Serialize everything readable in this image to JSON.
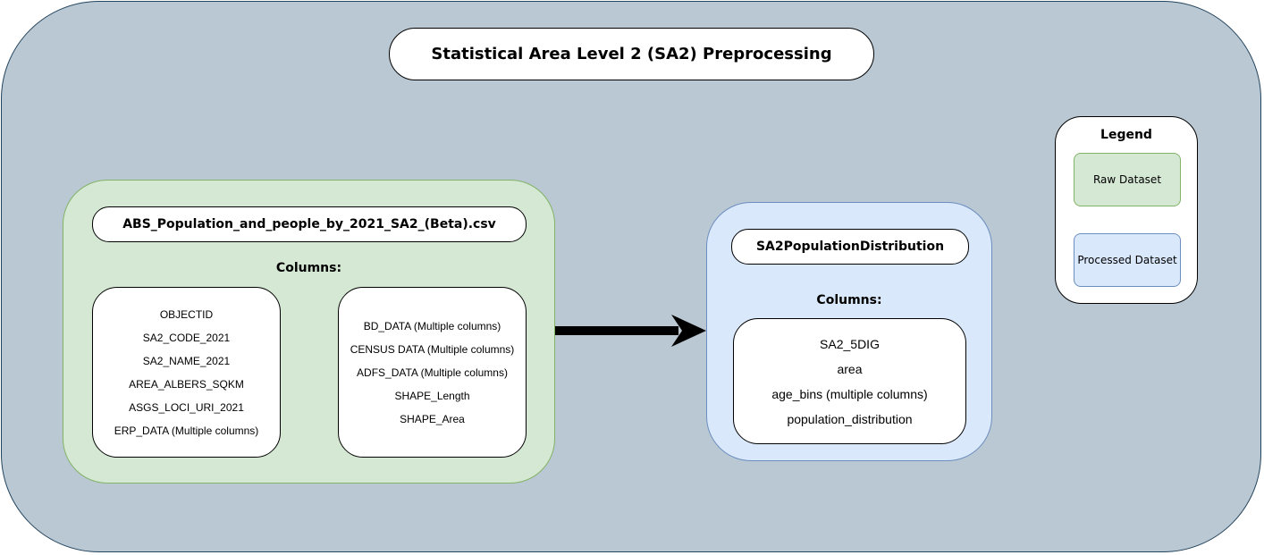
{
  "title": "Statistical Area Level 2 (SA2) Preprocessing",
  "raw_dataset": {
    "name": "ABS_Population_and_people_by_2021_SA2_(Beta).csv",
    "columns_label": "Columns:",
    "columns_left": [
      "OBJECTID",
      "SA2_CODE_2021",
      "SA2_NAME_2021",
      "AREA_ALBERS_SQKM",
      "ASGS_LOCI_URI_2021",
      "ERP_DATA (Multiple columns)"
    ],
    "columns_right": [
      "BD_DATA (Multiple columns)",
      "CENSUS DATA (Multiple columns)",
      "ADFS_DATA (Multiple columns)",
      "SHAPE_Length",
      "SHAPE_Area"
    ]
  },
  "processed_dataset": {
    "name": "SA2PopulationDistribution",
    "columns_label": "Columns:",
    "columns": [
      "SA2_5DIG",
      "area",
      "age_bins (multiple columns)",
      "population_distribution"
    ]
  },
  "legend": {
    "title": "Legend",
    "items": [
      {
        "label": "Raw Dataset",
        "fill": "#d5e8d4",
        "stroke": "#82b366"
      },
      {
        "label": "Processed Dataset",
        "fill": "#dae8fc",
        "stroke": "#6c8ebf"
      }
    ]
  },
  "colors": {
    "background_fill": "#bac8d3",
    "background_stroke": "#23445d",
    "arrow": "#000000"
  }
}
